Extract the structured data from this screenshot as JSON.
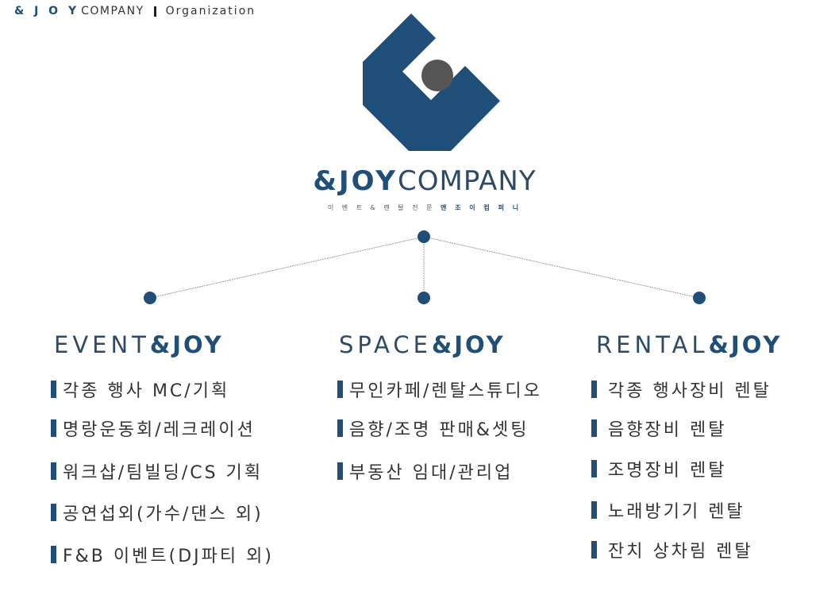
{
  "header": {
    "brand_bold": "& J O Y",
    "brand_normal": "COMPANY",
    "section": "Organization"
  },
  "logo": {
    "name": "joy-company-logo",
    "primary_color": "#1f4e79",
    "dot_color": "#555555"
  },
  "brand": {
    "bold": "&JOY",
    "normal": "COMPANY"
  },
  "tagline": {
    "normal": "이 벤 트 & 렌 탈 전 문",
    "bold": "엔 조 이 컴 퍼 니"
  },
  "columns": [
    {
      "title_normal": "EVENT",
      "title_bold": "&JOY",
      "items": [
        "각종 행사 MC/기획",
        "명랑운동회/레크레이션",
        "워크샵/팀빌딩/CS 기획",
        "공연섭외(가수/댄스 외)",
        "F&B 이벤트(DJ파티 외)"
      ]
    },
    {
      "title_normal": "SPACE",
      "title_bold": "&JOY",
      "items": [
        "무인카페/렌탈스튜디오",
        "음향/조명 판매&셋팅",
        "부동산 임대/관리업"
      ]
    },
    {
      "title_normal": "RENTAL",
      "title_bold": "&JOY",
      "items": [
        "각종 행사장비 렌탈",
        "음향장비 렌탈",
        "조명장비 렌탈",
        "노래방기기 렌탈",
        "잔치 상차림 렌탈"
      ]
    }
  ],
  "colors": {
    "accent": "#1f4e79",
    "connector": "#9a9a9a"
  }
}
